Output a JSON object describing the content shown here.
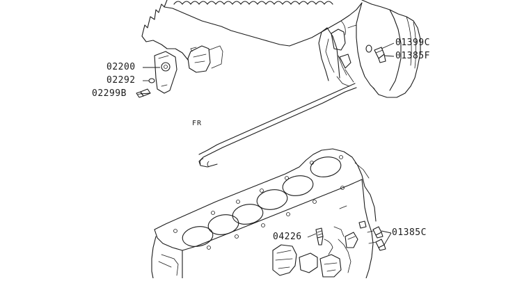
{
  "labels": {
    "p01399c": "01399C",
    "p01385f": "01385F",
    "p02200": "02200",
    "p02292": "02292",
    "p02299b": "02299B",
    "fr": "FR",
    "p04226": "04226",
    "p01385c": "01385C"
  },
  "colors": {
    "ink": "#1a1a1a",
    "background": "#ffffff"
  }
}
